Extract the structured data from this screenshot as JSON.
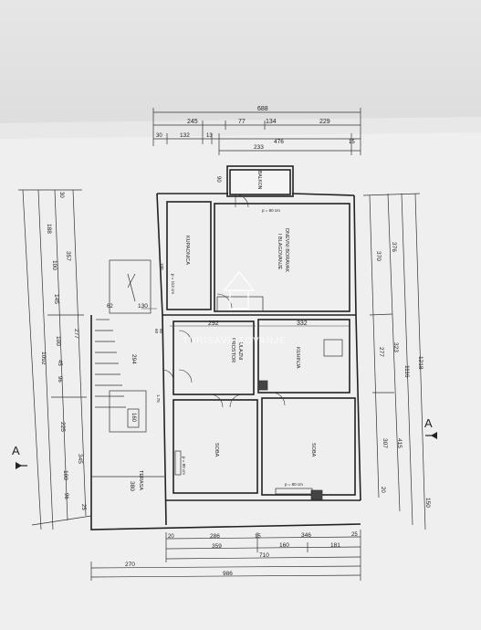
{
  "plan": {
    "rooms": {
      "balkon": "BALKON",
      "kupaonica": "KUPAONICA",
      "dnevni_line1": "DNEVNI BORAVAK",
      "dnevni_line2": "I BLAGOVANJE",
      "ulazni_line1": "ULAZNI",
      "ulazni_line2": "PROSTOR",
      "kuhinja": "KUHINJA",
      "soba_left": "SOBA",
      "soba_right": "SOBA",
      "terasa": "TERASA"
    },
    "section_mark": "A",
    "small_labels": {
      "p90": "p = 90 cm",
      "p113": "p = 113 cm",
      "p80a": "p = 80 cm",
      "p80b": "p = 80 cm",
      "n_175": "1.75",
      "n_100": "100",
      "n_80": "80",
      "n_60": "60",
      "n_62": "62"
    },
    "dims_top": {
      "d688": "688",
      "d245": "245",
      "d77": "77",
      "d134": "134",
      "d229": "229",
      "d30": "30",
      "d132": "132",
      "d13": "13",
      "d476": "476",
      "d15": "15",
      "d233": "233"
    },
    "dims_left_outer": {
      "d188": "188",
      "d357": "357",
      "d1092": "1092",
      "d100": "100",
      "d145": "145",
      "d100b": "100",
      "d277": "277",
      "d45": "45",
      "d96": "96",
      "d225": "225",
      "d345": "345",
      "d100c": "100",
      "d96b": "96",
      "d30": "30",
      "d25": "25"
    },
    "dims_right": {
      "d376": "376",
      "d370": "370",
      "d1116": "1116",
      "d1218": "1218",
      "d277": "277",
      "d323": "323",
      "d415": "415",
      "d307": "307",
      "d150": "150",
      "d20": "20"
    },
    "dims_interior": {
      "d292": "292",
      "d332": "332",
      "d130": "130",
      "d294": "294",
      "d380": "380",
      "d160": "160",
      "d90": "90"
    },
    "dims_bottom": {
      "d20": "20",
      "d286": "286",
      "d15": "15",
      "d346": "346",
      "d25": "25",
      "d359": "359",
      "d160": "160",
      "d181": "181",
      "d710": "710",
      "d270": "270",
      "d986": "986"
    },
    "watermark": "TURISAVIRTOVANJE"
  }
}
